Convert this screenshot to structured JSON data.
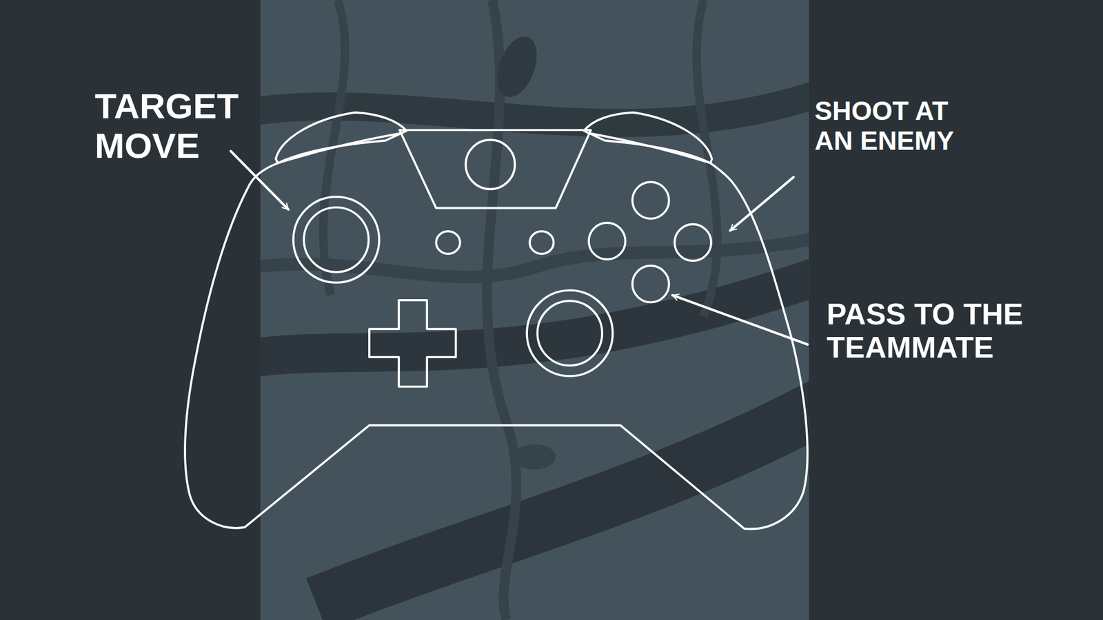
{
  "diagram": {
    "labels": [
      "TARGET MOVE",
      "SHOOT AT AN ENEMY",
      "PASS TO THE TEAMMATE"
    ]
  }
}
